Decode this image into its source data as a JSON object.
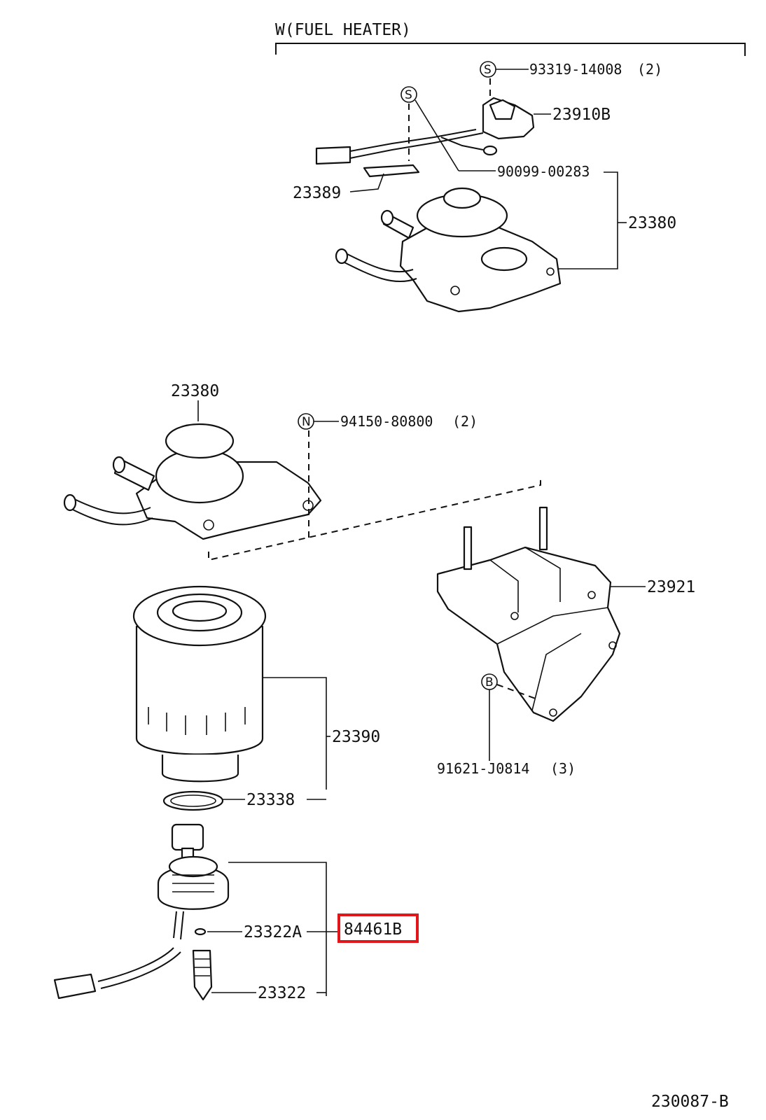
{
  "header": {
    "group_label": "W(FUEL  HEATER)"
  },
  "symbols": {
    "s": "S",
    "n": "N",
    "b": "B"
  },
  "callouts": {
    "p93319": "93319-14008",
    "p93319_qty": "(2)",
    "p23910b": "23910B",
    "p90099": "90099-00283",
    "p23389": "23389",
    "p23380_top": "23380",
    "p23380_main": "23380",
    "p94150": "94150-80800",
    "p94150_qty": "(2)",
    "p23921": "23921",
    "p23390": "23390",
    "p91621": "91621-J0814",
    "p91621_qty": "(3)",
    "p23338": "23338",
    "p23322a": "23322A",
    "p84461b": "84461B",
    "p23322": "23322"
  },
  "highlight": {
    "part": "84461B",
    "color": "#e0161b"
  },
  "footer": {
    "diagram_id": "230087-B"
  }
}
